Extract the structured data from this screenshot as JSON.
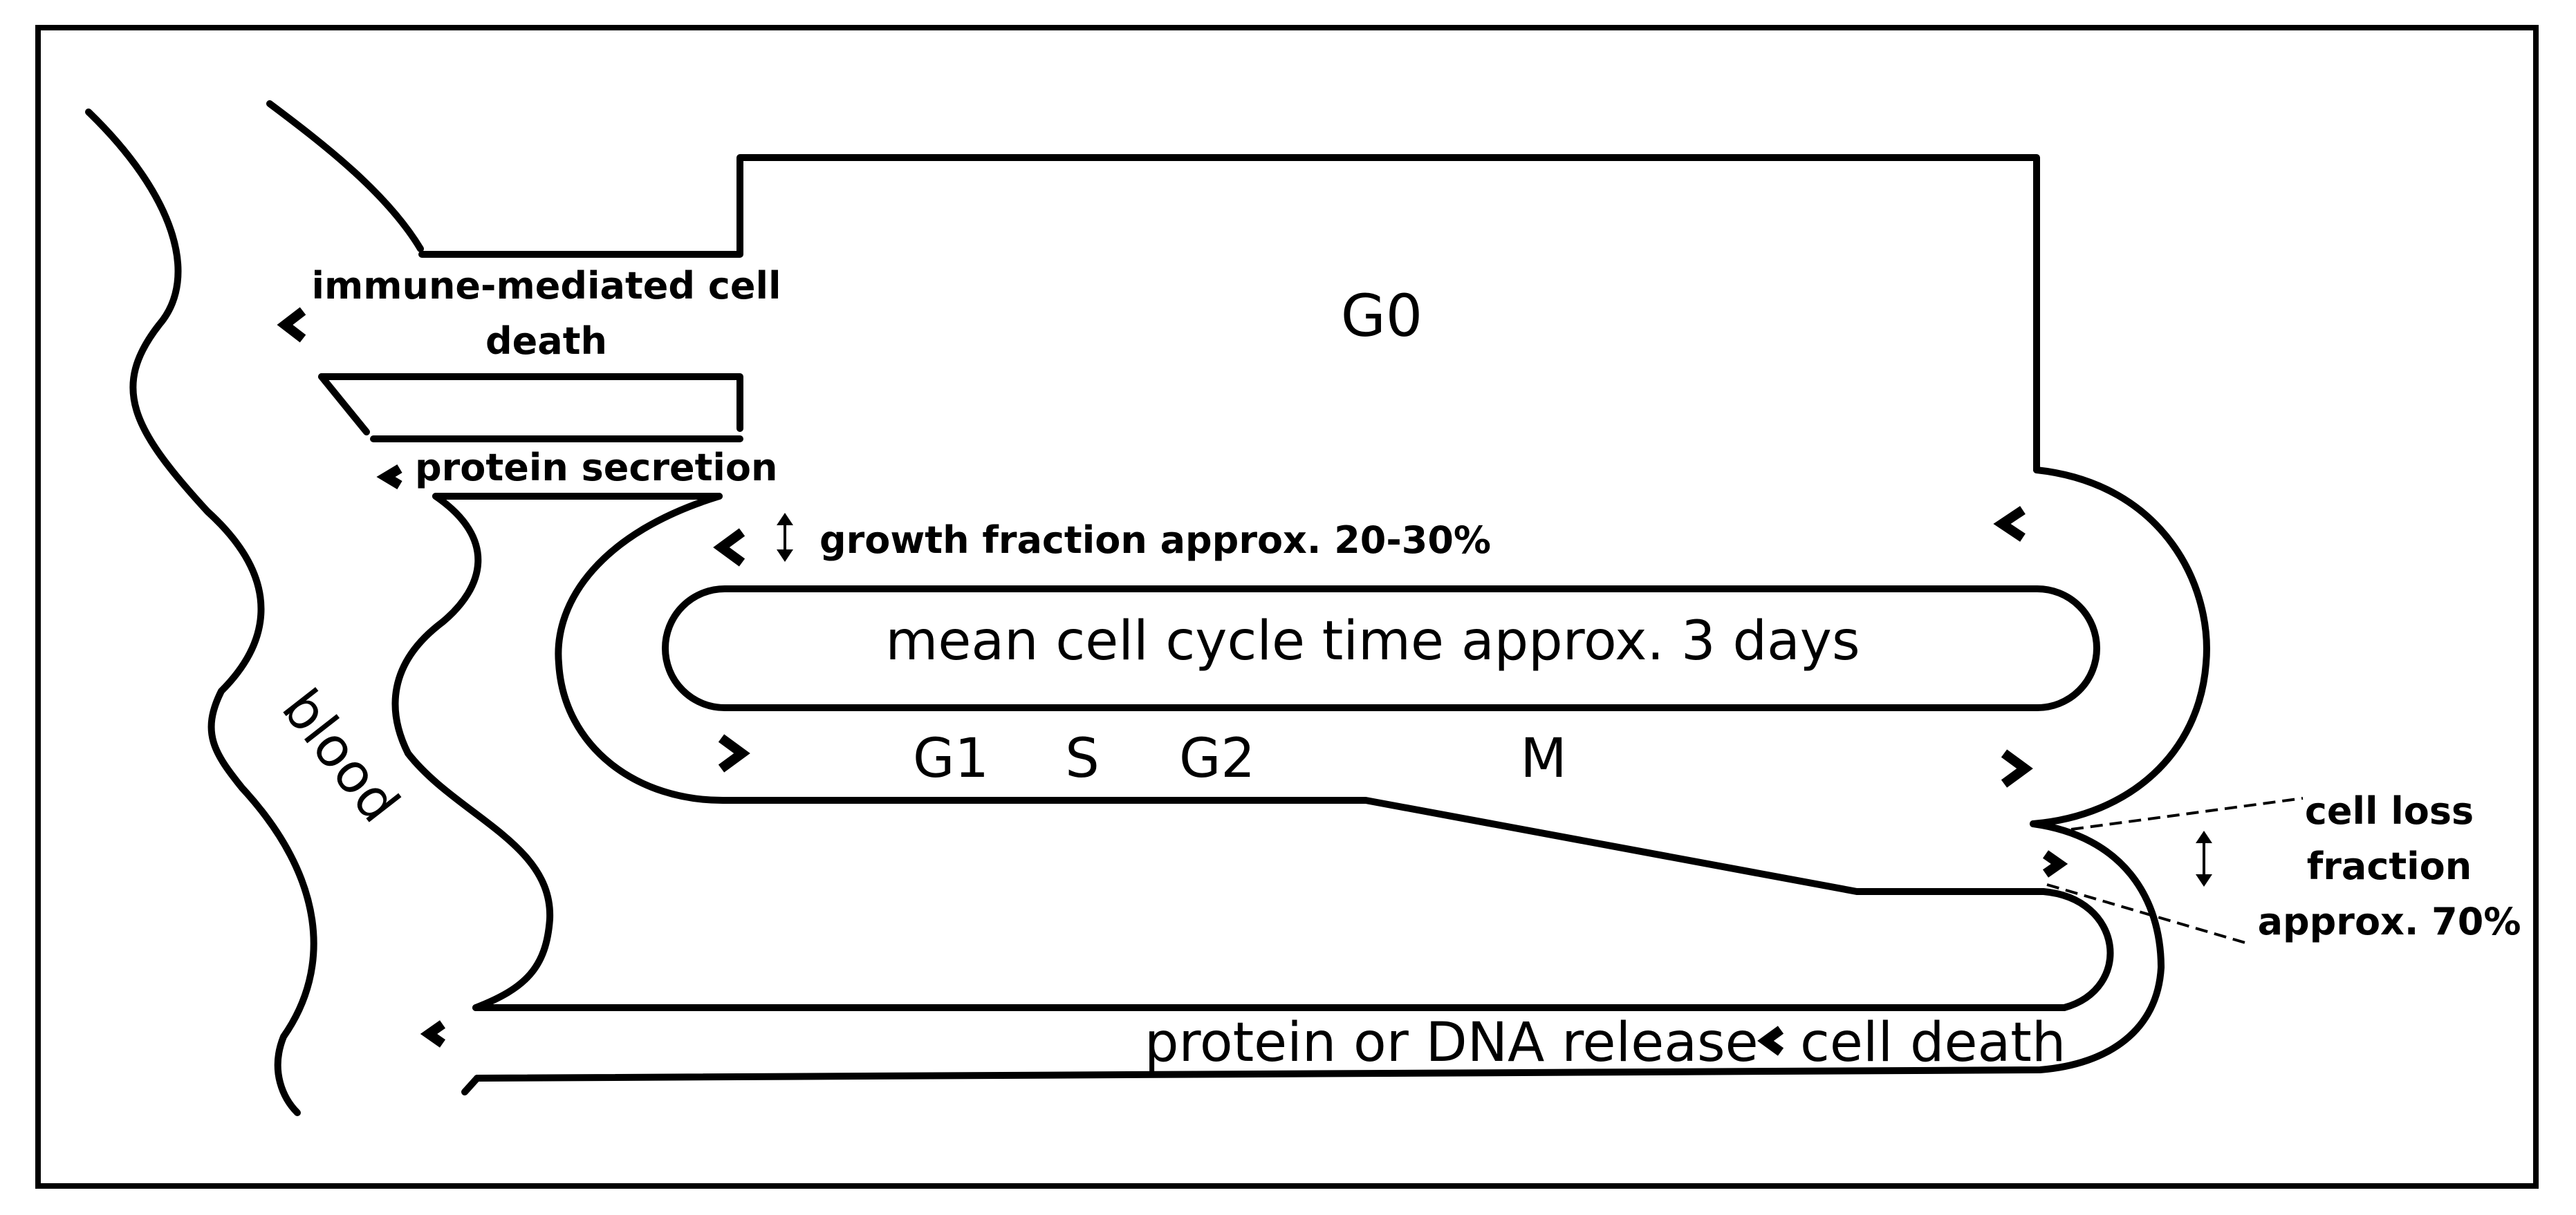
{
  "labels": {
    "g0": "G0",
    "immune_line1": "immune-mediated cell",
    "immune_line2": "death",
    "protein_secretion": "protein secretion",
    "growth_fraction": "growth fraction approx. 20-30%",
    "cycle_time": "mean cell cycle time approx. 3 days",
    "phase_g1": "G1",
    "phase_s": "S",
    "phase_g2": "G2",
    "phase_m": "M",
    "blood": "blood",
    "cell_loss_line1": "cell loss",
    "cell_loss_line2": "fraction",
    "cell_loss_line3": "approx. 70%",
    "protein_dna_release": "protein or DNA release",
    "cell_death": "cell death"
  }
}
